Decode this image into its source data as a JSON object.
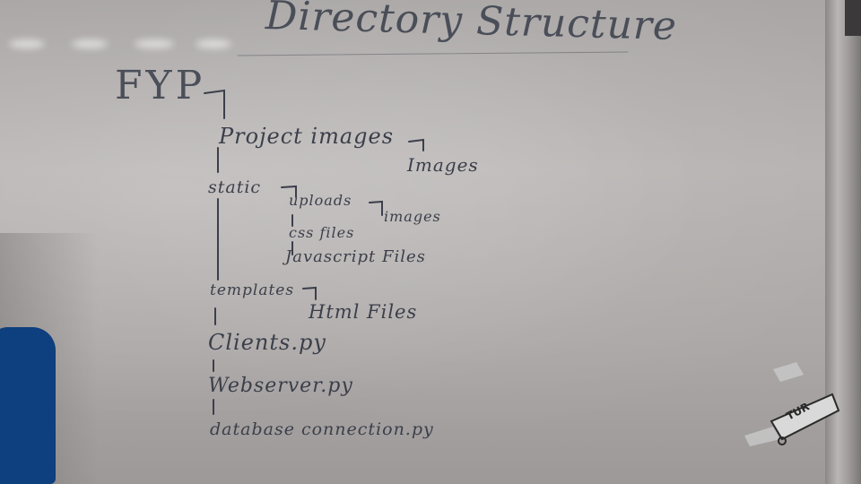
{
  "title": "Directory Structure",
  "tree": {
    "root": "FYP",
    "project_images": "Project images",
    "project_images_child": "Images",
    "static": "static",
    "uploads": "uploads",
    "uploads_child": "images",
    "css_files": "css files",
    "javascript_files": "Javascript Files",
    "templates": "templates",
    "templates_child": "Html Files",
    "clients": "Clients.py",
    "webserver": "Webserver.py",
    "database": "database connection.py"
  },
  "marker_label": "TUR",
  "colors": {
    "ink": "#3b3f4a",
    "board": "#b1adac",
    "blue_object": "#0e3f7e"
  }
}
